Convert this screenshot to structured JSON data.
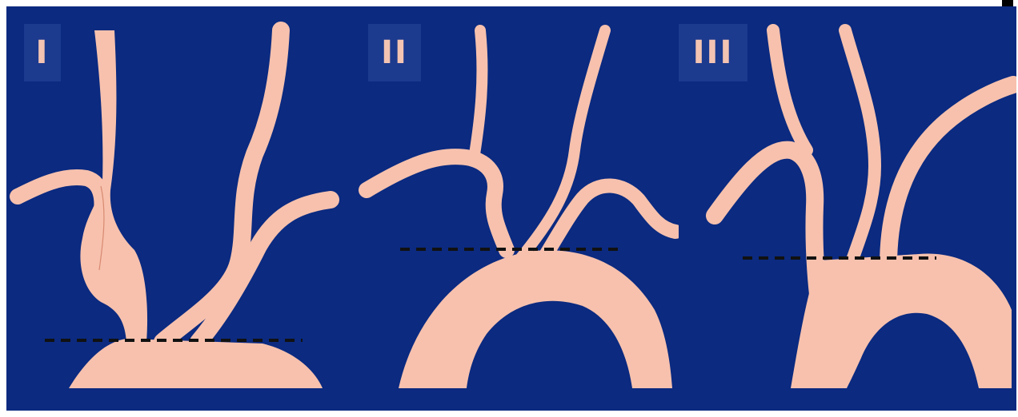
{
  "figure": {
    "background_color": "#0b2a80",
    "vessel_color": "#f7c1ad",
    "level_line_color": "#111111",
    "panels": [
      {
        "label": "I"
      },
      {
        "label": "II"
      },
      {
        "label": "III"
      }
    ]
  }
}
